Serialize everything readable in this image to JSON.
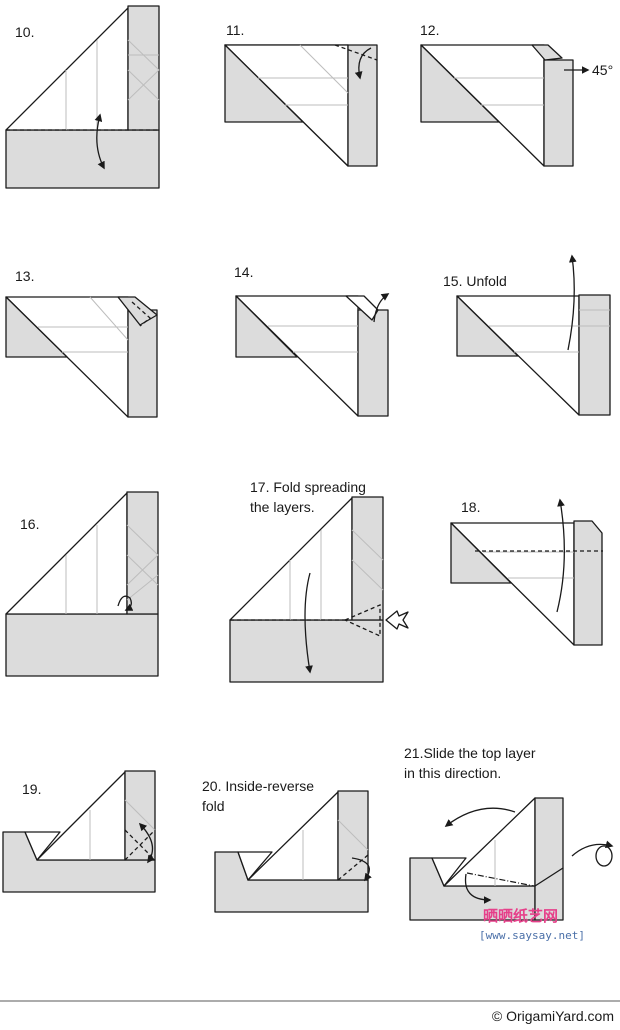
{
  "steps": [
    {
      "id": "10",
      "label": "10."
    },
    {
      "id": "11",
      "label": "11."
    },
    {
      "id": "12",
      "label": "12.",
      "angle_label": "45°"
    },
    {
      "id": "13",
      "label": "13."
    },
    {
      "id": "14",
      "label": "14."
    },
    {
      "id": "15",
      "label": "15. Unfold"
    },
    {
      "id": "16",
      "label": "16."
    },
    {
      "id": "17",
      "label_line1": "17. Fold spreading",
      "label_line2": "the layers."
    },
    {
      "id": "18",
      "label": "18."
    },
    {
      "id": "19",
      "label": "19."
    },
    {
      "id": "20",
      "label_line1": "20. Inside-reverse",
      "label_line2": "fold"
    },
    {
      "id": "21",
      "label_line1": "21.Slide the top layer",
      "label_line2": "in this direction."
    }
  ],
  "watermark": {
    "text": "晒晒纸艺网",
    "url": "[www.saysay.net]"
  },
  "copyright": "© OrigamiYard.com",
  "colors": {
    "paper_gray": "#dcdcdc",
    "outline": "#1a1a1a",
    "crease": "#bdbdbd",
    "watermark": "#e6408a"
  }
}
